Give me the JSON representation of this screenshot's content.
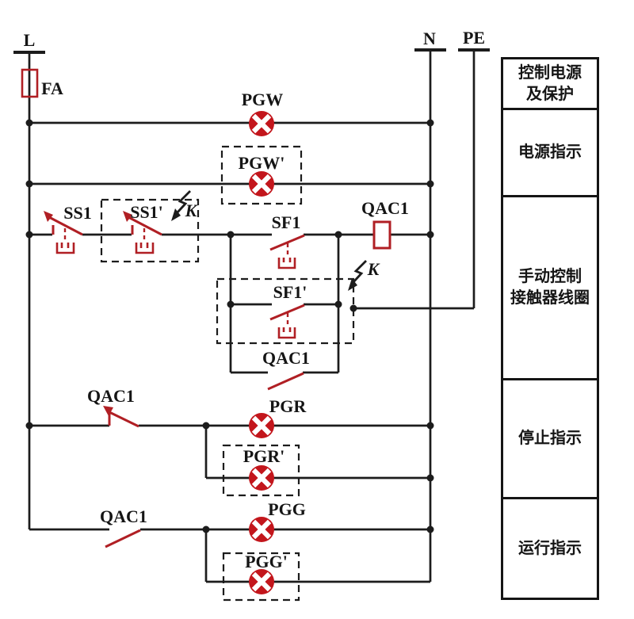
{
  "rails": {
    "l": "L",
    "n": "N",
    "pe": "PE"
  },
  "components": {
    "fuse": "FA",
    "lamp_pgw": "PGW",
    "lamp_pgw_prime": "PGW'",
    "sw_ss1": "SS1",
    "sw_ss1_prime": "SS1'",
    "sw_sf1": "SF1",
    "sw_sf1_prime": "SF1'",
    "coil_qac1": "QAC1",
    "contact_hold_qac1": "QAC1",
    "contact_nc_qac1": "QAC1",
    "contact_no_qac1": "QAC1",
    "lamp_pgr": "PGR",
    "lamp_pgr_prime": "PGR'",
    "lamp_pgg": "PGG",
    "lamp_pgg_prime": "PGG'",
    "bus_k1": "K",
    "bus_k2": "K"
  },
  "legend": {
    "rows": [
      {
        "label": "控制电源\n及保护"
      },
      {
        "label": "电源指示"
      },
      {
        "label": "手动控制\n接触器线圈"
      },
      {
        "label": "停止指示"
      },
      {
        "label": "运行指示"
      }
    ]
  },
  "colors": {
    "wire": "#1c1c1c",
    "symbol_red": "#b01f24",
    "lamp_red": "#c3161c"
  }
}
